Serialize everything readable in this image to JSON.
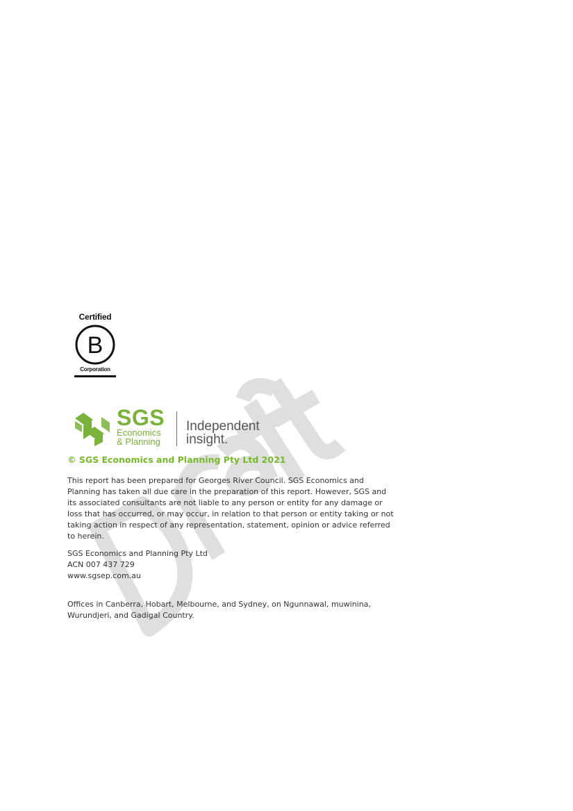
{
  "watermark": {
    "text": "Draft",
    "color": "#d9d9d9"
  },
  "bcorp_logo": {
    "top_text": "Certified",
    "letter": "B",
    "bottom_text": "Corporation"
  },
  "sgs_logo": {
    "wordmark": "SGS",
    "subline_1": "Economics",
    "subline_2": "& Planning",
    "tagline_1": "Independent",
    "tagline_2": "insight.",
    "brand_color": "#7ab23c"
  },
  "copyright": "© SGS Economics and Planning Pty Ltd 2021",
  "disclaimer_lines": [
    "This report has been prepared for Georges River Council.  SGS Economics and",
    "Planning has taken all due care in the preparation of this report. However, SGS and",
    "its associated consultants are not liable to any person or entity for any damage or",
    "loss that has occurred, or may occur, in relation to that person or entity taking or not",
    "taking action in respect of any representation, statement, opinion or advice referred",
    "to herein."
  ],
  "company_details": {
    "name": "SGS Economics and Planning Pty Ltd",
    "acn": "ACN 007 437 729",
    "website": "www.sgsep.com.au"
  },
  "offices_lines": [
    "Offices in Canberra, Hobart, Melbourne, and Sydney, on Ngunnawal, muwinina,",
    "Wurundjeri, and Gadigal Country."
  ]
}
